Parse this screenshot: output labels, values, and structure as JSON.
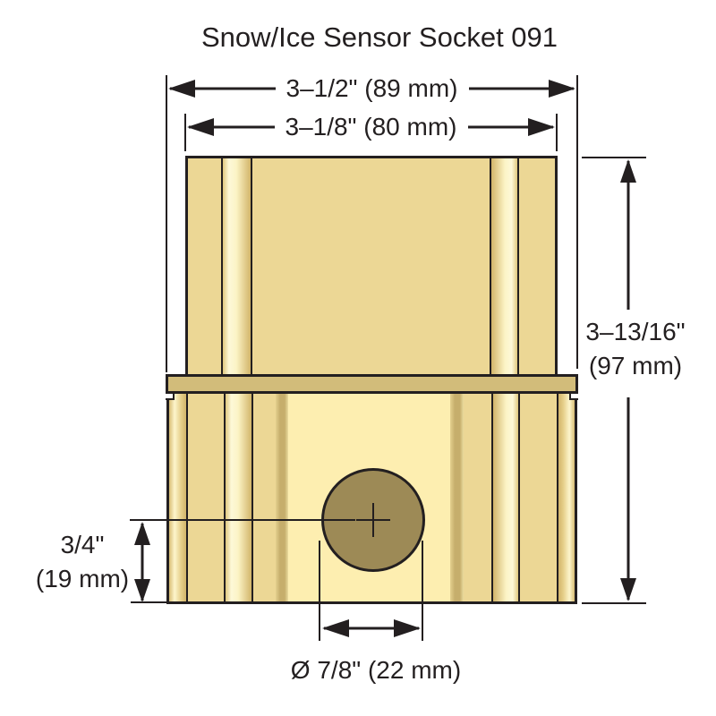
{
  "title": "Snow/Ice Sensor Socket 091",
  "dimensions": {
    "outer_width": "3–1/2\" (89 mm)",
    "body_width": "3–1/8\" (80 mm)",
    "total_height_in": "3–13/16\"",
    "total_height_mm": "(97 mm)",
    "hole_center_height_in": "3/4\"",
    "hole_center_height_mm": "(19 mm)",
    "hole_diameter": "Ø 7/8\" (22 mm)"
  },
  "colors": {
    "outline": "#231f20",
    "body_tan": "#ecd795",
    "body_highlight": "#fdf8d8",
    "body_shadow": "#d2b56a",
    "flange": "#d2bc7a",
    "lower_cream": "#fdeeb0",
    "soft_band": "#c6ae6c",
    "hole": "#9d8a56",
    "bg": "#ffffff"
  }
}
